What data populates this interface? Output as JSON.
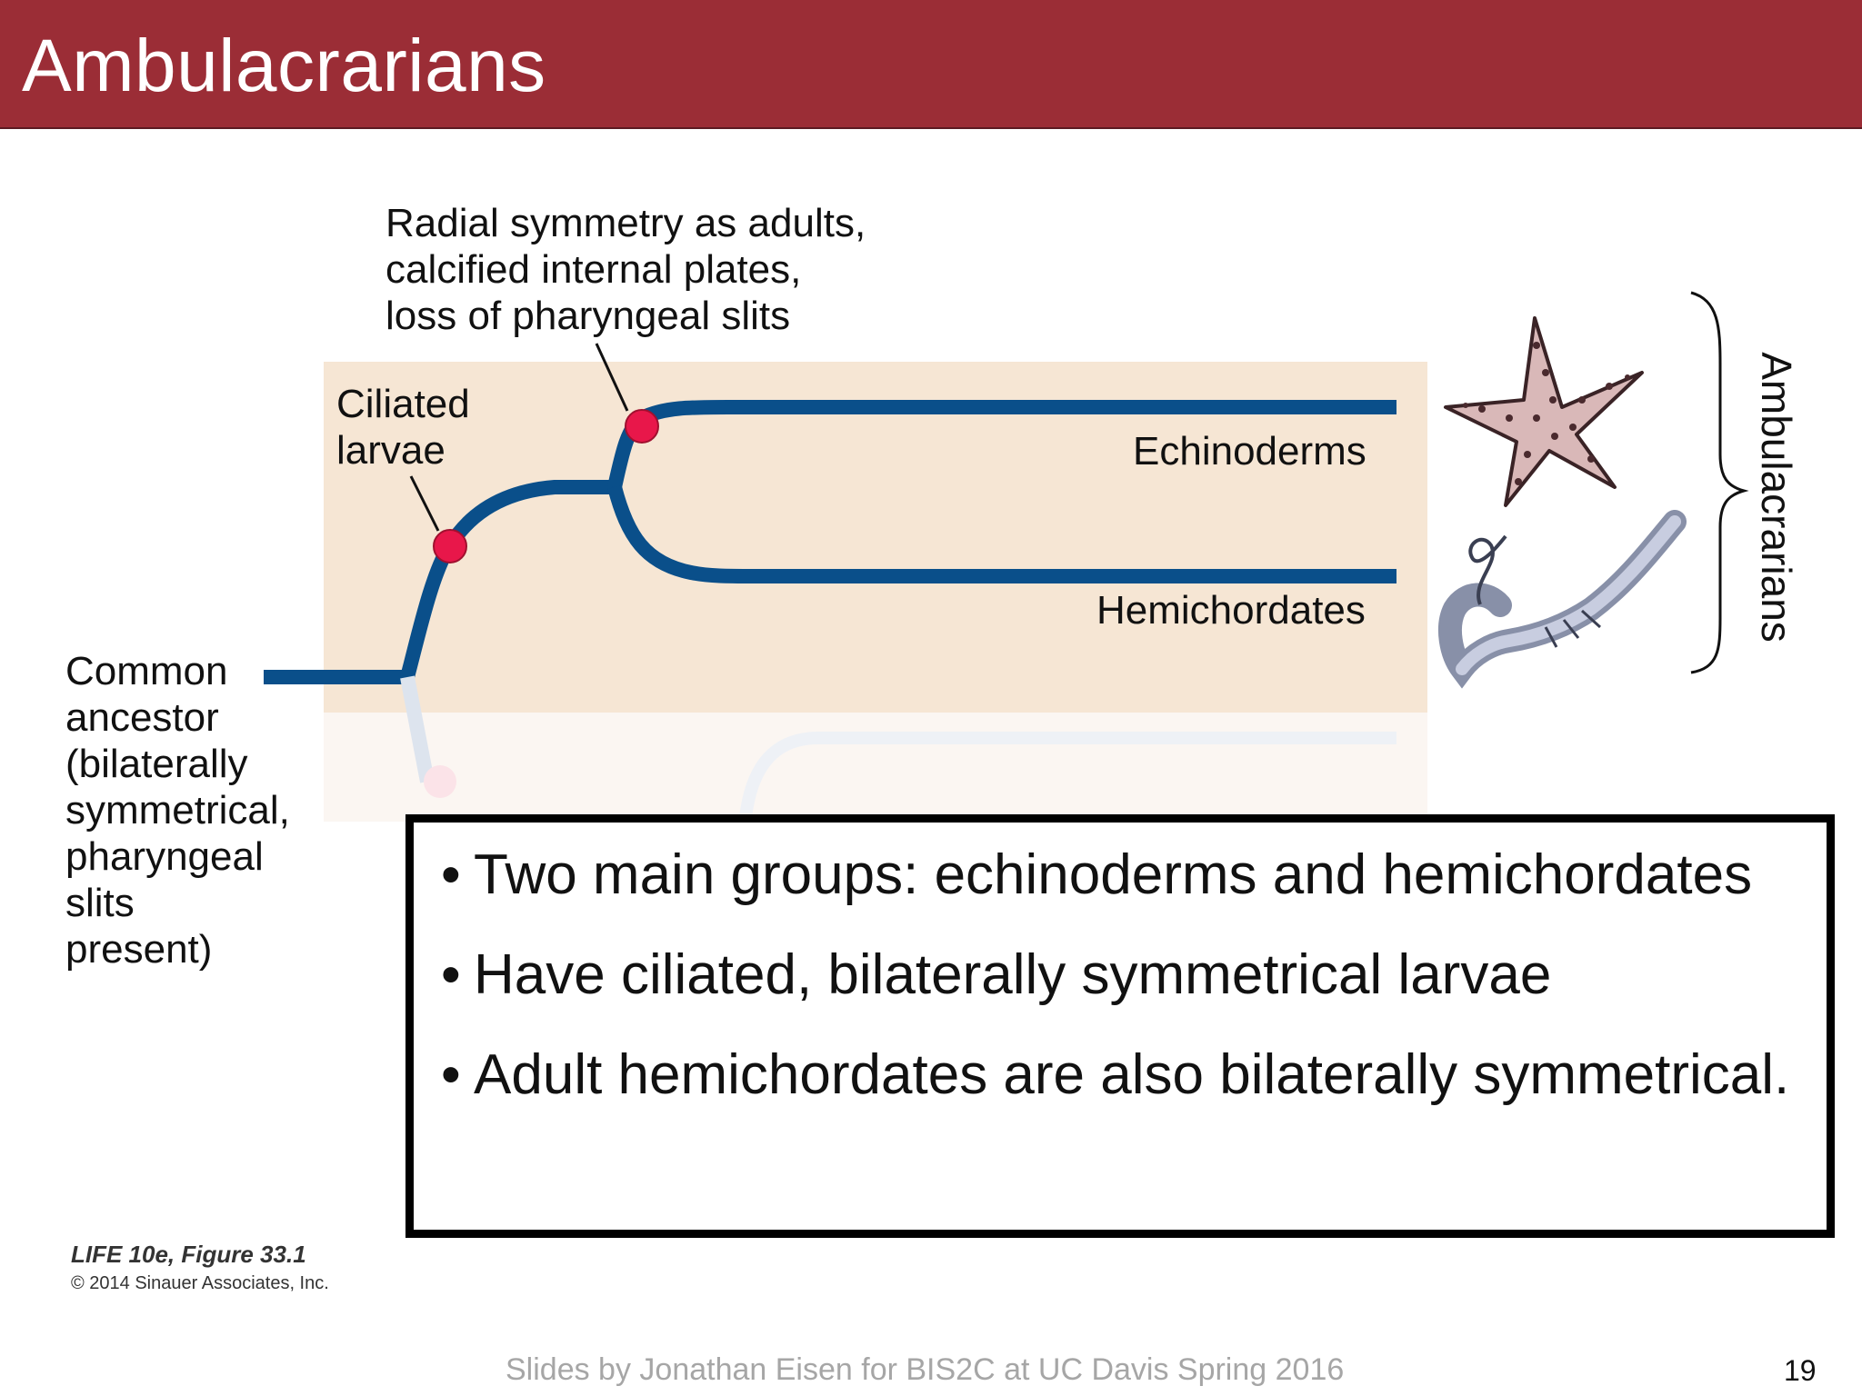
{
  "slide": {
    "title": "Ambulacrarians",
    "footer": "Slides by Jonathan Eisen for BIS2C at UC Davis Spring 2016",
    "page_number": "19",
    "colors": {
      "title_bar": "#9b2d36",
      "tree_line": "#0a4f8a",
      "node": "#e8174a",
      "panel": "#f6e6d4"
    }
  },
  "diagram": {
    "radial_label": "Radial symmetry as adults,\ncalcified internal plates,\nloss of pharyngeal slits",
    "ciliated_label": "Ciliated\nlarvae",
    "echinoderms_label": "Echinoderms",
    "hemichordates_label": "Hemichordates",
    "common_ancestor_label": "Common\nancestor\n(bilaterally\nsymmetrical,\npharyngeal\nslits\npresent)",
    "group_label": "Ambulacrarians",
    "icons": [
      "starfish-illustration",
      "acorn-worm-illustration"
    ]
  },
  "callout": {
    "bullets": [
      "Two main groups: echinoderms and hemichordates",
      "Have ciliated, bilaterally symmetrical larvae",
      "Adult hemichordates are also bilaterally symmetrical."
    ]
  },
  "credit": {
    "line1": "LIFE 10e, Figure 33.1",
    "line2": "© 2014 Sinauer Associates, Inc."
  }
}
